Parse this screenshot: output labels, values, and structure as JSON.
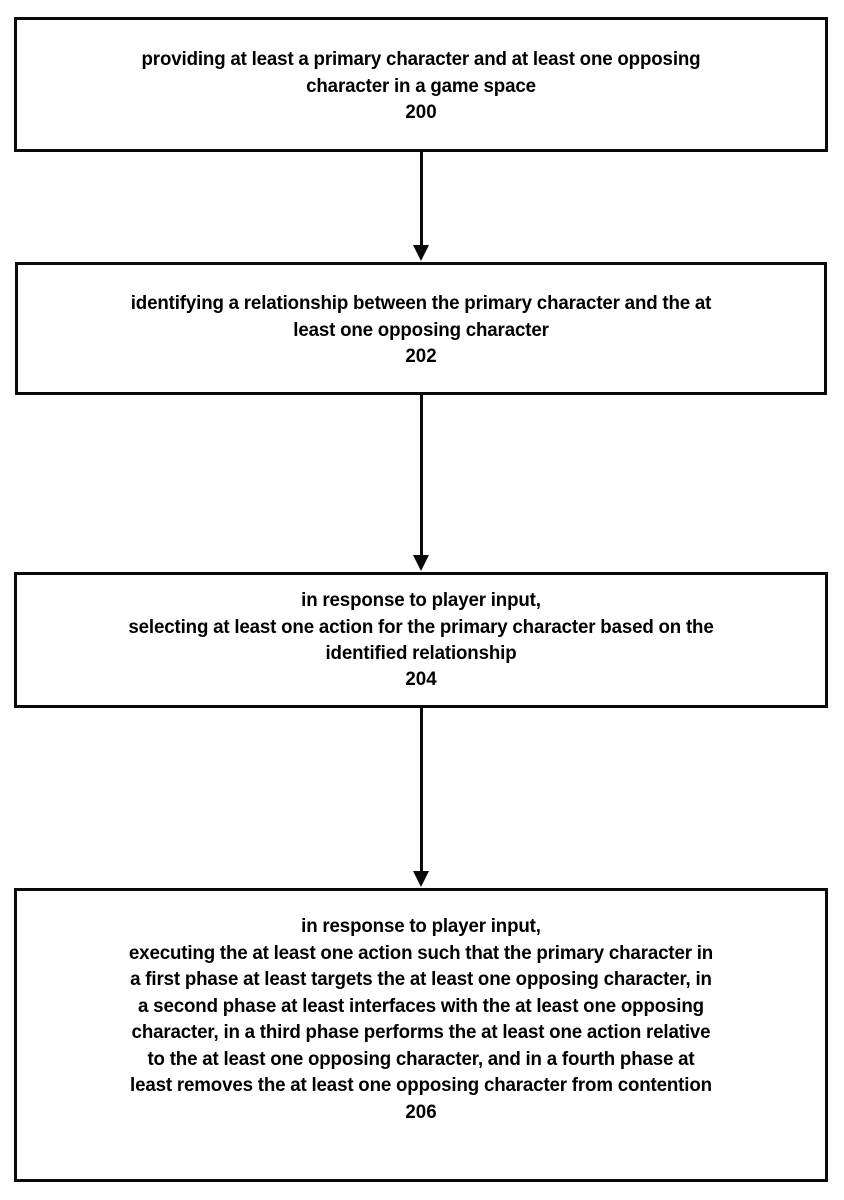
{
  "figure": {
    "type": "patent-method-flowchart",
    "orientation": "vertical-top-to-bottom",
    "background_color": "#ffffff",
    "line_color": "#0a0a0a",
    "text_color": "#000000",
    "step_count": 4
  },
  "steps": [
    {
      "ref": "200",
      "text": "providing at least a primary character and at least one opposing\ncharacter in a game space",
      "lines": [
        "providing at least a primary character and at least one opposing",
        "character in a game space"
      ]
    },
    {
      "ref": "202",
      "text": "identifying a relationship between the primary character and the at\nleast one opposing character",
      "lines": [
        "identifying a relationship between the primary character and the at",
        "least one opposing character"
      ]
    },
    {
      "ref": "204",
      "text": "in response to player input,\nselecting at least one action for the primary character based on the\nidentified relationship",
      "lines": [
        "in response to player input,",
        "selecting at least one action for the primary character based on the",
        "identified relationship"
      ]
    },
    {
      "ref": "206",
      "text": "in response to player input,\nexecuting the at least one action such that the primary character in\na first phase at least targets the at least one opposing character, in\na second phase at least interfaces with the at least one opposing\ncharacter, in a third phase performs the at least one action relative\nto the at least one opposing character, and in a fourth phase at\nleast removes the at least one opposing character from contention",
      "lines": [
        "in response to player input,",
        "executing the at least one action such that the primary character in",
        "a first phase at least targets the at least one opposing character, in",
        "a second phase at least interfaces with the at least one opposing",
        "character, in a third phase performs the at least one action relative",
        "to the at least one opposing character, and in a fourth phase at",
        "least removes the at least one opposing character from contention"
      ]
    }
  ],
  "connectors": [
    {
      "from": "200",
      "to": "202",
      "icon": "down-arrow-icon"
    },
    {
      "from": "202",
      "to": "204",
      "icon": "down-arrow-icon"
    },
    {
      "from": "204",
      "to": "206",
      "icon": "down-arrow-icon"
    }
  ]
}
